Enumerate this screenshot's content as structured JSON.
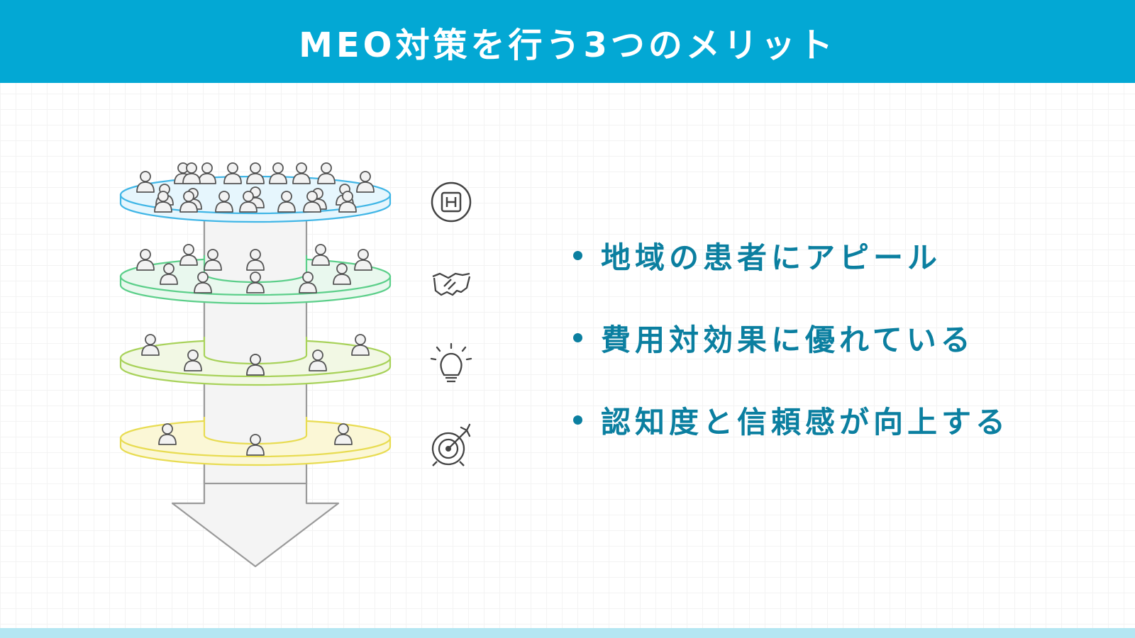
{
  "title": "MEO対策を行う3つのメリット",
  "colors": {
    "header_bg": "#03a8d4",
    "footer_bar": "#b4e6f2",
    "benefit_text": "#0b7fa0",
    "layer_1": "#41b6e6",
    "layer_2": "#5ccf8a",
    "layer_3": "#a8d25a",
    "layer_4": "#e8dc52",
    "arrow": "#9a9a9a"
  },
  "funnel": {
    "layers": [
      {
        "name": "layer-1",
        "icon": "hospital-icon",
        "people": 22
      },
      {
        "name": "layer-2",
        "icon": "handshake-icon",
        "people": 11
      },
      {
        "name": "layer-3",
        "icon": "lightbulb-icon",
        "people": 6
      },
      {
        "name": "layer-4",
        "icon": "target-icon",
        "people": 3
      }
    ]
  },
  "benefits": [
    "地域の患者にアピール",
    "費用対効果に優れている",
    "認知度と信頼感が向上する"
  ]
}
